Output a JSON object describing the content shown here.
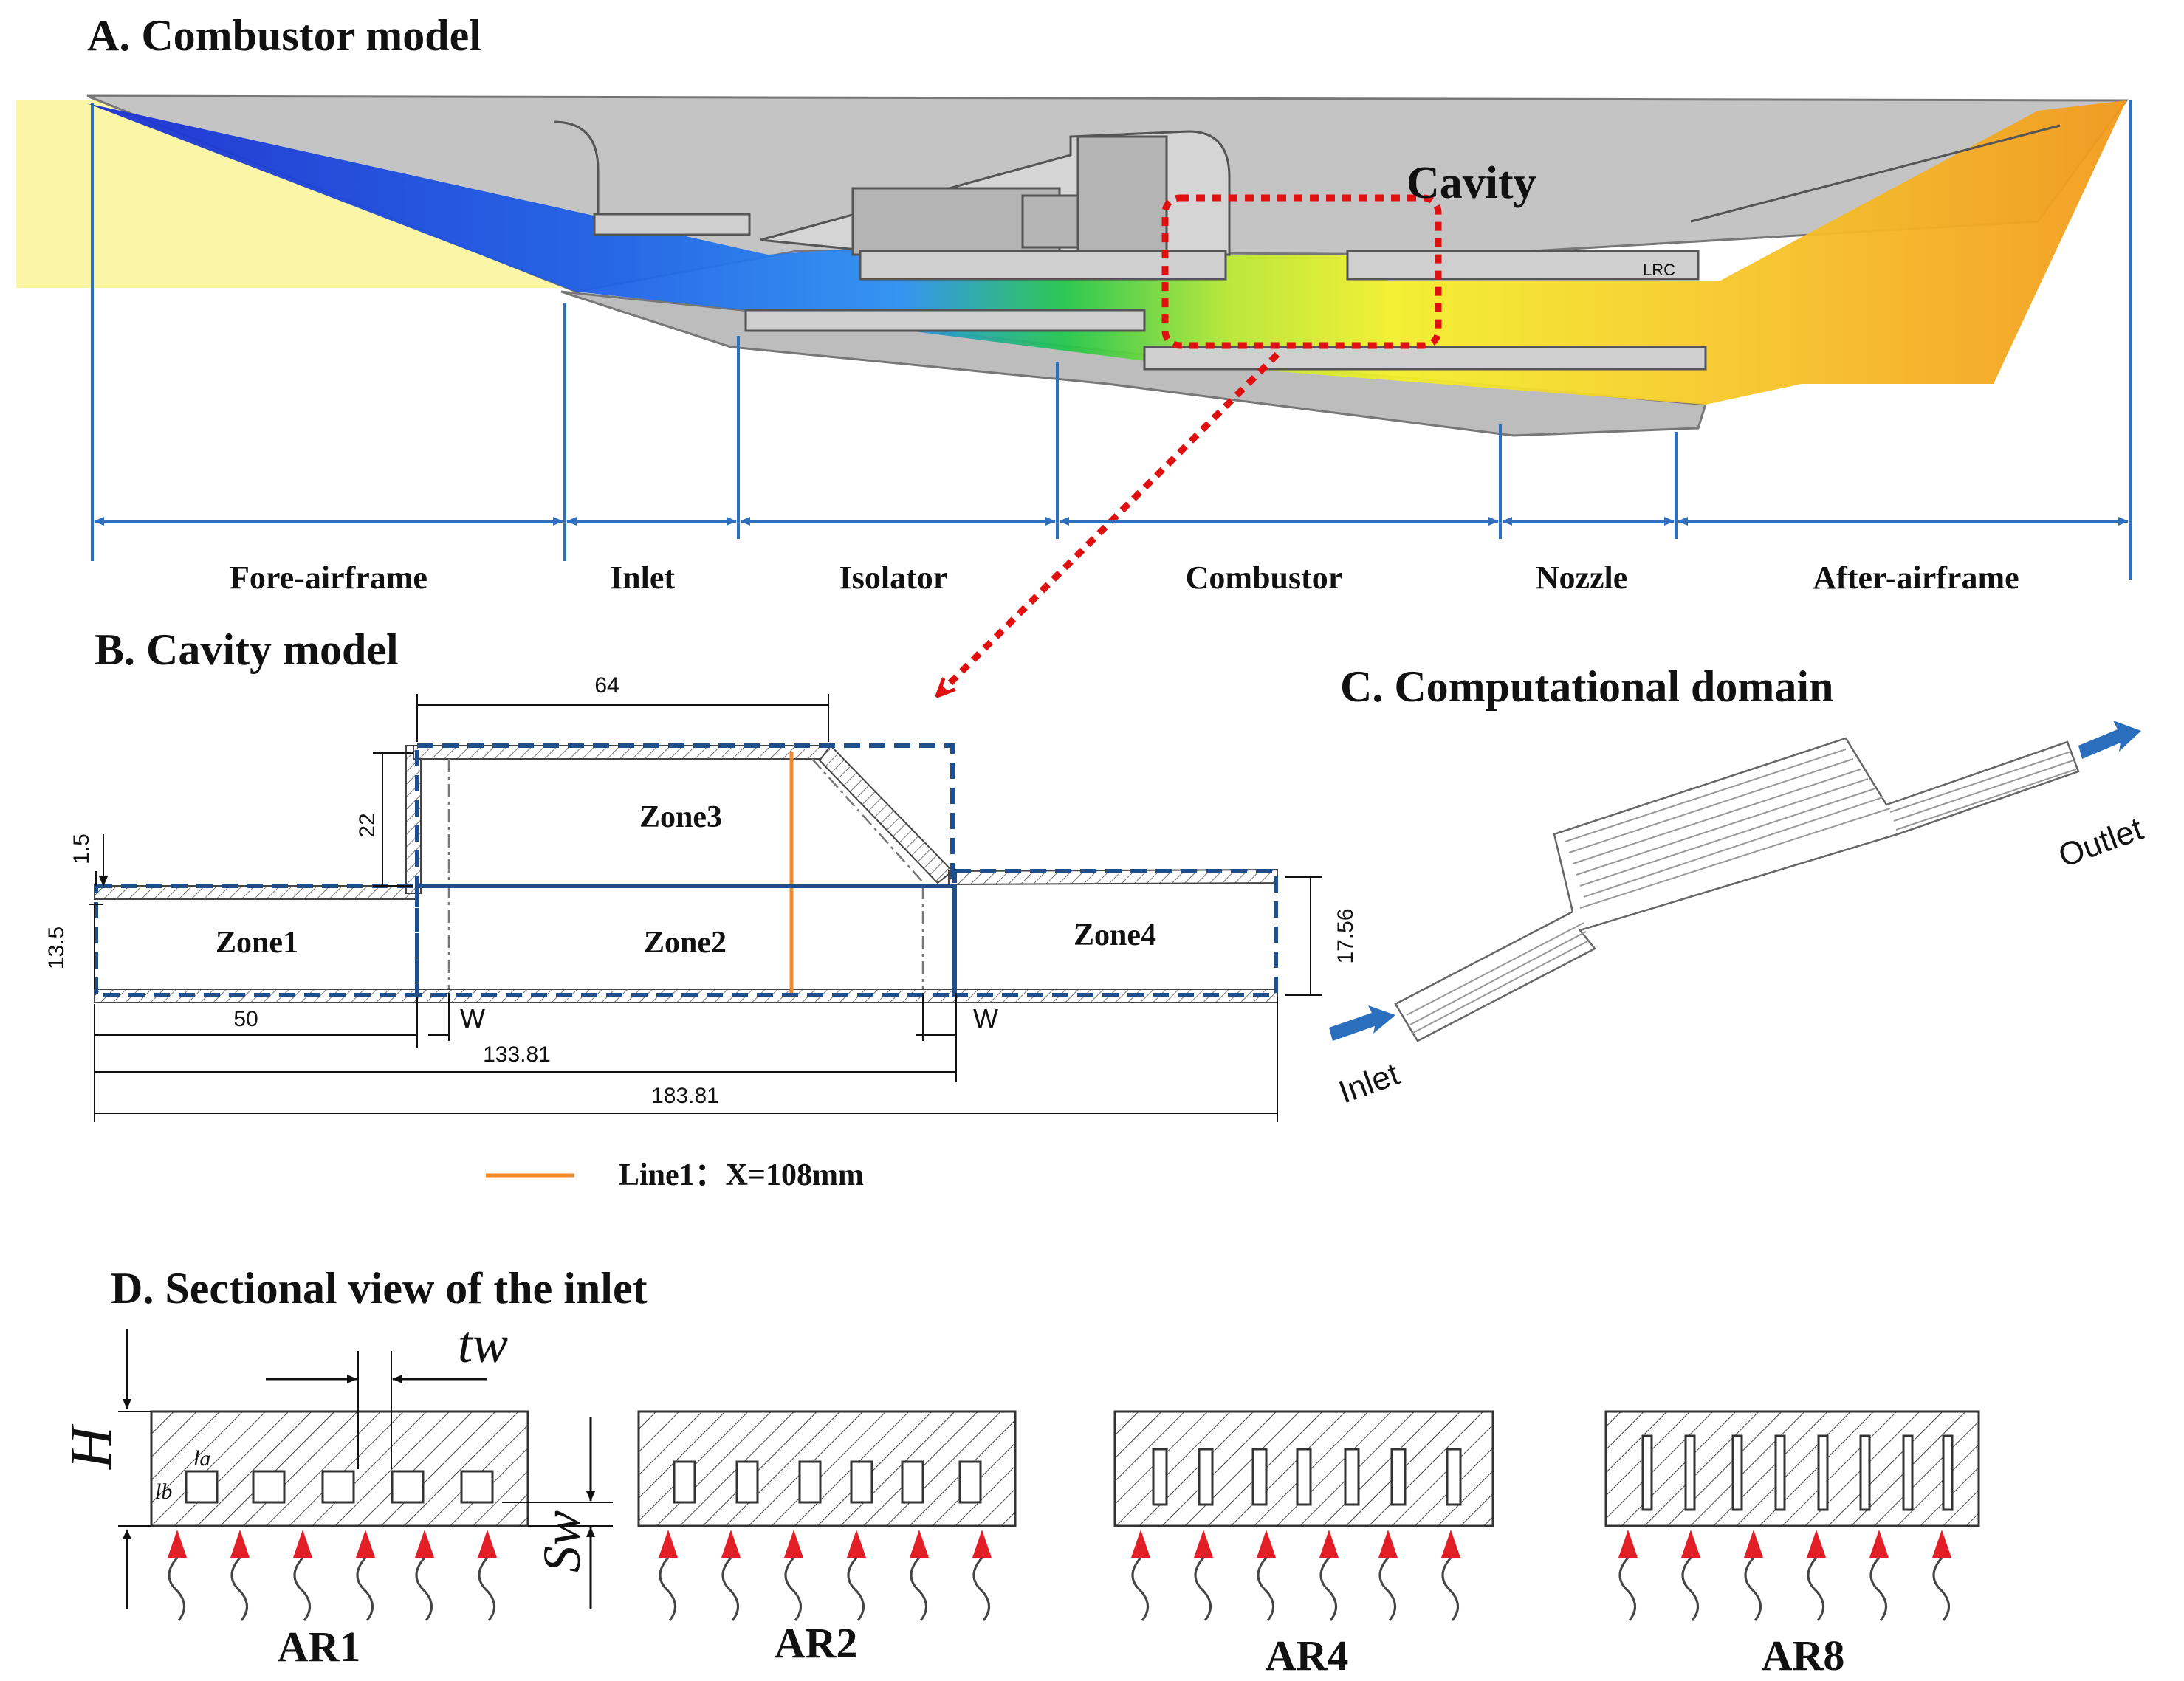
{
  "panel_a": {
    "title": "A. Combustor model",
    "cavity_label": "Cavity",
    "segments": [
      "Fore-airframe",
      "Inlet",
      "Isolator",
      "Combustor",
      "Nozzle",
      "After-airframe"
    ],
    "engine_mark": "LRC"
  },
  "panel_b": {
    "title": "B. Cavity model",
    "zones": [
      "Zone1",
      "Zone2",
      "Zone3",
      "Zone4"
    ],
    "dims": {
      "top_length": "64",
      "depth": "22",
      "step": "1.5",
      "inlet_height": "13.5",
      "outlet_height": "17.56",
      "zone1_length": "50",
      "w_left": "W",
      "w_right": "W",
      "cavity_end": "133.81",
      "total_length": "183.81"
    },
    "legend_line": "Line1：X=108mm"
  },
  "panel_c": {
    "title": "C. Computational domain",
    "inlet_label": "Inlet",
    "outlet_label": "Outlet"
  },
  "panel_d": {
    "title": "D. Sectional view of the inlet",
    "labels": {
      "H": "H",
      "tw": "tw",
      "sw": "Sw",
      "la": "la",
      "lb": "lb"
    },
    "cases": [
      "AR1",
      "AR2",
      "AR4",
      "AR8"
    ]
  },
  "colors": {
    "dimension_line": "#2f6fbf",
    "cavity_box": "#e01010",
    "zone_box": "#1f4e8c",
    "line1": "#f08a2a",
    "freestream": "#fbf5a6",
    "body_gray": "#c4c4c4",
    "arrow_red": "#e21f26",
    "flow_arrow": "#2a6fbd"
  }
}
